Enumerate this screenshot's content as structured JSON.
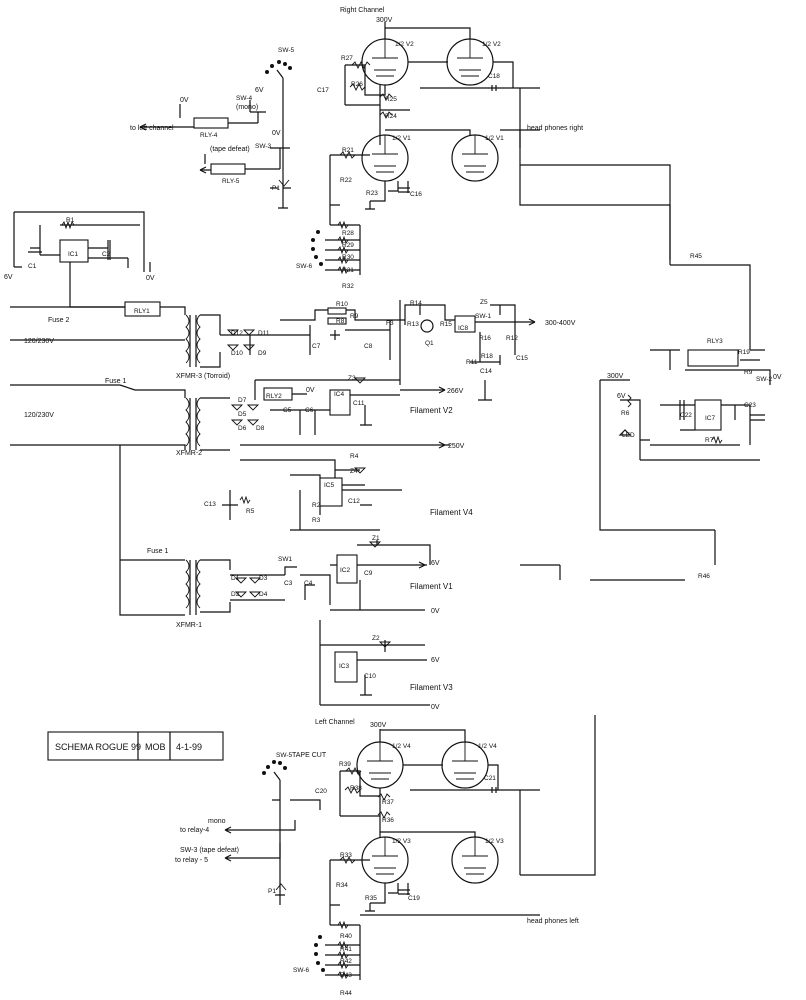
{
  "title_block": {
    "name": "SCHEMA ROGUE 99",
    "author": "MOB",
    "date": "4-1-99"
  },
  "labels": [
    {
      "id": "right-channel",
      "text": "Right Channel"
    },
    {
      "id": "left-channel",
      "text": "Left Channel"
    },
    {
      "id": "tape-cut",
      "text": "TAPE CUT"
    },
    {
      "id": "v300-top",
      "text": "300V"
    },
    {
      "id": "v300-bot",
      "text": "300V"
    },
    {
      "id": "v300-side",
      "text": "300V"
    },
    {
      "id": "b300-400",
      "text": "300-400V"
    },
    {
      "id": "b266",
      "text": "266V"
    },
    {
      "id": "b250",
      "text": "250V"
    },
    {
      "id": "hp-right",
      "text": "head phones right"
    },
    {
      "id": "hp-left",
      "text": "head phones left"
    },
    {
      "id": "to-left-channel",
      "text": "to left channel"
    },
    {
      "id": "mono-top",
      "text": "(mono)"
    },
    {
      "id": "tape-defeat-top",
      "text": "(tape defeat)"
    },
    {
      "id": "mono-bot",
      "text": "mono"
    },
    {
      "id": "to-relay4",
      "text": "to relay-4"
    },
    {
      "id": "sw3-tape-defeat",
      "text": "SW-3 (tape defeat)"
    },
    {
      "id": "to-relay5",
      "text": "to relay - 5"
    },
    {
      "id": "mains1",
      "text": "120/230V"
    },
    {
      "id": "mains2",
      "text": "120/230V"
    },
    {
      "id": "fil-v2",
      "text": "Filament V2"
    },
    {
      "id": "fil-v4",
      "text": "Filament V4"
    },
    {
      "id": "fil-v1",
      "text": "Filament V1"
    },
    {
      "id": "fil-v3",
      "text": "Filament V3"
    },
    {
      "id": "xfmr3",
      "text": "XFMR-3 (Torroid)"
    },
    {
      "id": "xfmr2",
      "text": "XFMR-2"
    },
    {
      "id": "xfmr1",
      "text": "XFMR-1"
    },
    {
      "id": "fuse2",
      "text": "Fuse 2"
    },
    {
      "id": "fuse1a",
      "text": "Fuse 1"
    },
    {
      "id": "fuse1b",
      "text": "Fuse 1"
    },
    {
      "id": "v6-fil-v1",
      "text": "6V"
    },
    {
      "id": "v0-fil-v1",
      "text": "0V"
    },
    {
      "id": "v6-fil-v3",
      "text": "6V"
    },
    {
      "id": "v0-fil-v3",
      "text": "0V"
    },
    {
      "id": "v6-left",
      "text": "6V"
    },
    {
      "id": "v0-left",
      "text": "0V"
    },
    {
      "id": "v6-sw4",
      "text": "6V"
    },
    {
      "id": "v0-sw4",
      "text": "0V"
    },
    {
      "id": "v0-sw3",
      "text": "0V"
    },
    {
      "id": "v0-rly2",
      "text": "0V"
    },
    {
      "id": "v6-right",
      "text": "6V"
    },
    {
      "id": "v0-right",
      "text": "0V"
    }
  ],
  "components": [
    {
      "id": "R27",
      "text": "R27"
    },
    {
      "id": "R26",
      "text": "R26"
    },
    {
      "id": "R25",
      "text": "R25"
    },
    {
      "id": "R24",
      "text": "R24"
    },
    {
      "id": "C17",
      "text": "C17"
    },
    {
      "id": "C18",
      "text": "C18"
    },
    {
      "id": "V2a",
      "text": "1/2 V2"
    },
    {
      "id": "V2b",
      "text": "1/2 V2"
    },
    {
      "id": "V1a",
      "text": "1/2 V1"
    },
    {
      "id": "V1b",
      "text": "1/2 V1"
    },
    {
      "id": "R21",
      "text": "R21"
    },
    {
      "id": "R22",
      "text": "R22"
    },
    {
      "id": "R23",
      "text": "R23"
    },
    {
      "id": "C16",
      "text": "C16"
    },
    {
      "id": "P1t",
      "text": "P1"
    },
    {
      "id": "SW5t",
      "text": "SW-5"
    },
    {
      "id": "SW4",
      "text": "SW-4"
    },
    {
      "id": "SW3t",
      "text": "SW-3"
    },
    {
      "id": "RLY4",
      "text": "RLY-4"
    },
    {
      "id": "RLY5",
      "text": "RLY-5"
    },
    {
      "id": "SW6t",
      "text": "SW-6"
    },
    {
      "id": "R28",
      "text": "R28"
    },
    {
      "id": "R29",
      "text": "R29"
    },
    {
      "id": "R30",
      "text": "R30"
    },
    {
      "id": "R31",
      "text": "R31"
    },
    {
      "id": "R32",
      "text": "R32"
    },
    {
      "id": "R1",
      "text": "R1"
    },
    {
      "id": "C1",
      "text": "C1"
    },
    {
      "id": "IC1",
      "text": "IC1"
    },
    {
      "id": "C2",
      "text": "C2"
    },
    {
      "id": "RLY1",
      "text": "RLY1"
    },
    {
      "id": "D12",
      "text": "D12"
    },
    {
      "id": "D11",
      "text": "D11"
    },
    {
      "id": "D10",
      "text": "D10"
    },
    {
      "id": "D9",
      "text": "D9"
    },
    {
      "id": "C7",
      "text": "C7"
    },
    {
      "id": "R10",
      "text": "R10"
    },
    {
      "id": "R8",
      "text": "R8"
    },
    {
      "id": "R9",
      "text": "R9"
    },
    {
      "id": "C8",
      "text": "C8"
    },
    {
      "id": "F3",
      "text": "F3"
    },
    {
      "id": "R14",
      "text": "R14"
    },
    {
      "id": "R13",
      "text": "R13"
    },
    {
      "id": "Q1",
      "text": "Q1"
    },
    {
      "id": "R15",
      "text": "R15"
    },
    {
      "id": "IC8",
      "text": "IC8"
    },
    {
      "id": "Z5",
      "text": "Z5"
    },
    {
      "id": "SW1s",
      "text": "SW-1"
    },
    {
      "id": "R16",
      "text": "R16"
    },
    {
      "id": "R11",
      "text": "R11"
    },
    {
      "id": "R18",
      "text": "R18"
    },
    {
      "id": "C14",
      "text": "C14"
    },
    {
      "id": "R12",
      "text": "R12"
    },
    {
      "id": "C15",
      "text": "C15"
    },
    {
      "id": "RLY2",
      "text": "RLY2"
    },
    {
      "id": "D7",
      "text": "D7"
    },
    {
      "id": "D5",
      "text": "D5"
    },
    {
      "id": "D6",
      "text": "D6"
    },
    {
      "id": "D8",
      "text": "D8"
    },
    {
      "id": "C5",
      "text": "C5"
    },
    {
      "id": "C6",
      "text": "C6"
    },
    {
      "id": "IC4",
      "text": "IC4"
    },
    {
      "id": "Z3",
      "text": "Z3"
    },
    {
      "id": "C11",
      "text": "C11"
    },
    {
      "id": "R4",
      "text": "R4"
    },
    {
      "id": "Z4",
      "text": "Z4"
    },
    {
      "id": "IC5",
      "text": "IC5"
    },
    {
      "id": "R2",
      "text": "R2"
    },
    {
      "id": "R3",
      "text": "R3"
    },
    {
      "id": "C12",
      "text": "C12"
    },
    {
      "id": "C13",
      "text": "C13"
    },
    {
      "id": "R5",
      "text": "R5"
    },
    {
      "id": "SW1",
      "text": "SW1"
    },
    {
      "id": "Z1",
      "text": "Z1"
    },
    {
      "id": "D1",
      "text": "D1"
    },
    {
      "id": "D3",
      "text": "D3"
    },
    {
      "id": "D2",
      "text": "D2"
    },
    {
      "id": "D4",
      "text": "D4"
    },
    {
      "id": "C3",
      "text": "C3"
    },
    {
      "id": "C4",
      "text": "C4"
    },
    {
      "id": "IC2",
      "text": "IC2"
    },
    {
      "id": "C9",
      "text": "C9"
    },
    {
      "id": "Z2",
      "text": "Z2"
    },
    {
      "id": "IC3",
      "text": "IC3"
    },
    {
      "id": "C10",
      "text": "C10"
    },
    {
      "id": "R45",
      "text": "R45"
    },
    {
      "id": "RLY3",
      "text": "RLY3"
    },
    {
      "id": "R19",
      "text": "R19"
    },
    {
      "id": "R9b",
      "text": "R9"
    },
    {
      "id": "SW2",
      "text": "SW-2"
    },
    {
      "id": "R6",
      "text": "R6"
    },
    {
      "id": "LED",
      "text": "LED"
    },
    {
      "id": "C22",
      "text": "C22"
    },
    {
      "id": "IC7",
      "text": "IC7"
    },
    {
      "id": "C23",
      "text": "C23"
    },
    {
      "id": "R7",
      "text": "R7"
    },
    {
      "id": "R46",
      "text": "R46"
    },
    {
      "id": "V4a",
      "text": "1/2 V4"
    },
    {
      "id": "V4b",
      "text": "1/2 V4"
    },
    {
      "id": "R39",
      "text": "R39"
    },
    {
      "id": "R38",
      "text": "R38"
    },
    {
      "id": "C20",
      "text": "C20"
    },
    {
      "id": "R37",
      "text": "R37"
    },
    {
      "id": "C21",
      "text": "C21"
    },
    {
      "id": "R36",
      "text": "R36"
    },
    {
      "id": "V3a",
      "text": "1/2 V3"
    },
    {
      "id": "V3b",
      "text": "1/2 V3"
    },
    {
      "id": "R33",
      "text": "R33"
    },
    {
      "id": "R34",
      "text": "R34"
    },
    {
      "id": "R35",
      "text": "R35"
    },
    {
      "id": "C19",
      "text": "C19"
    },
    {
      "id": "P1b",
      "text": "P1"
    },
    {
      "id": "SW5b",
      "text": "SW-5"
    },
    {
      "id": "SW6b",
      "text": "SW-6"
    },
    {
      "id": "R40",
      "text": "R40"
    },
    {
      "id": "R41",
      "text": "R41"
    },
    {
      "id": "R42",
      "text": "R42"
    },
    {
      "id": "R43",
      "text": "R43"
    },
    {
      "id": "R44",
      "text": "R44"
    }
  ]
}
